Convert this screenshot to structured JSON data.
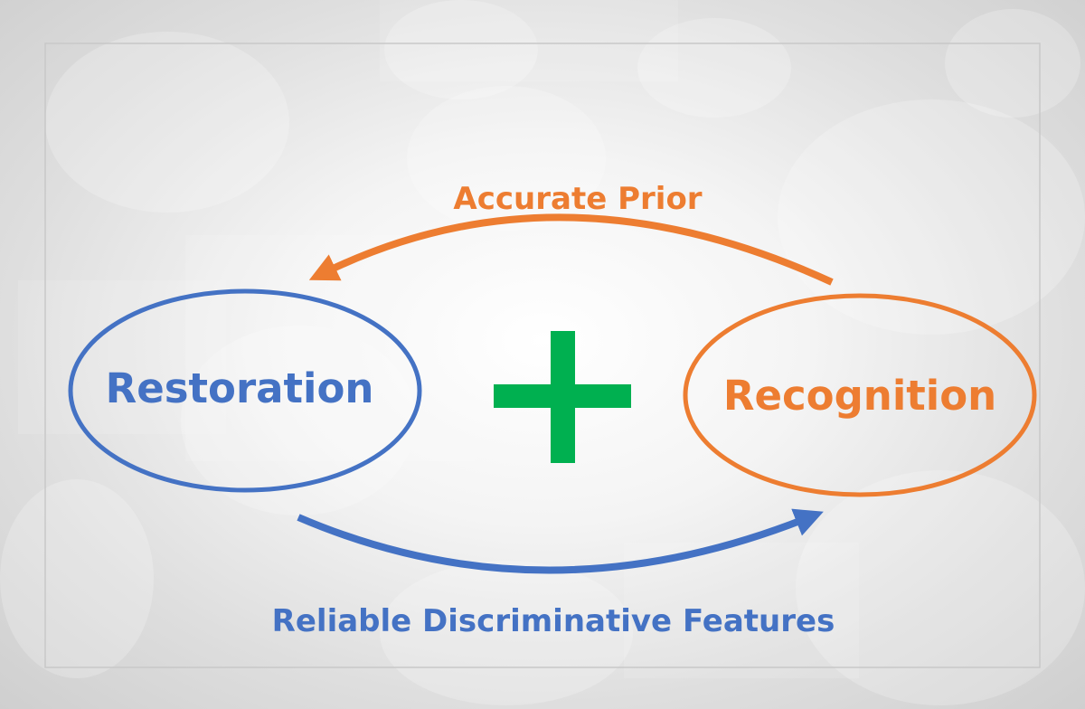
{
  "diagram": {
    "left_node": {
      "label": "Restoration",
      "color": "#4472c4"
    },
    "right_node": {
      "label": "Recognition",
      "color": "#ed7d31"
    },
    "top_arrow": {
      "label": "Accurate Prior",
      "color": "#ed7d31"
    },
    "bottom_arrow": {
      "label": "Reliable Discriminative Features",
      "color": "#4472c4"
    },
    "plus_symbol": {
      "color": "#00b050"
    }
  }
}
